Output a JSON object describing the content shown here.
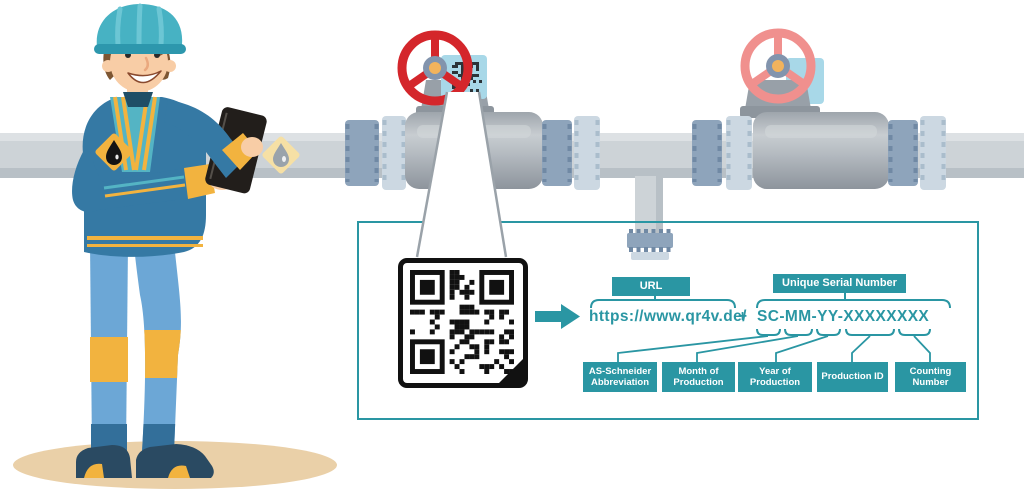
{
  "colors": {
    "accent_teal": "#2a96a3",
    "handwheel_red": "#d4262b",
    "handwheel_pink": "#f0908e",
    "pipe_grey": "#cdd3d7",
    "flange_dark": "#8ea4bb",
    "flange_light": "#ccd8e2",
    "valve_tag_blue": "#a8d8e8",
    "qr_black": "#111111",
    "ground_shadow_tan": "#ead0a8",
    "worker_jacket_blue": "#3579a4",
    "worker_vest_teal": "#54b4c4",
    "worker_stripe_yellow": "#f2b33f"
  },
  "icons": {
    "qr_code": "qr-code",
    "mini_qr_tag": "qr-code-mini",
    "arrow": "arrow-right-icon",
    "handwheel": "valve-handwheel-icon",
    "oil_drop_badge": "oil-drop-icon",
    "oil_drop_sign": "oil-drop-sign-icon",
    "tablet": "tablet-device",
    "hard_hat": "hard-hat"
  },
  "panel": {
    "url_label": "URL",
    "url": "https://www.qr4v.de/",
    "plus": "+",
    "serial_label": "Unique Serial Number",
    "serial": "SC-MM-YY-XXXXXXXX",
    "segments": [
      {
        "line1": "AS-Schneider",
        "line2": "Abbreviation"
      },
      {
        "line1": "Month of",
        "line2": "Production"
      },
      {
        "line1": "Year of",
        "line2": "Production"
      },
      {
        "line1": "Production ID",
        "line2": ""
      },
      {
        "line1": "Counting",
        "line2": "Number"
      }
    ]
  }
}
